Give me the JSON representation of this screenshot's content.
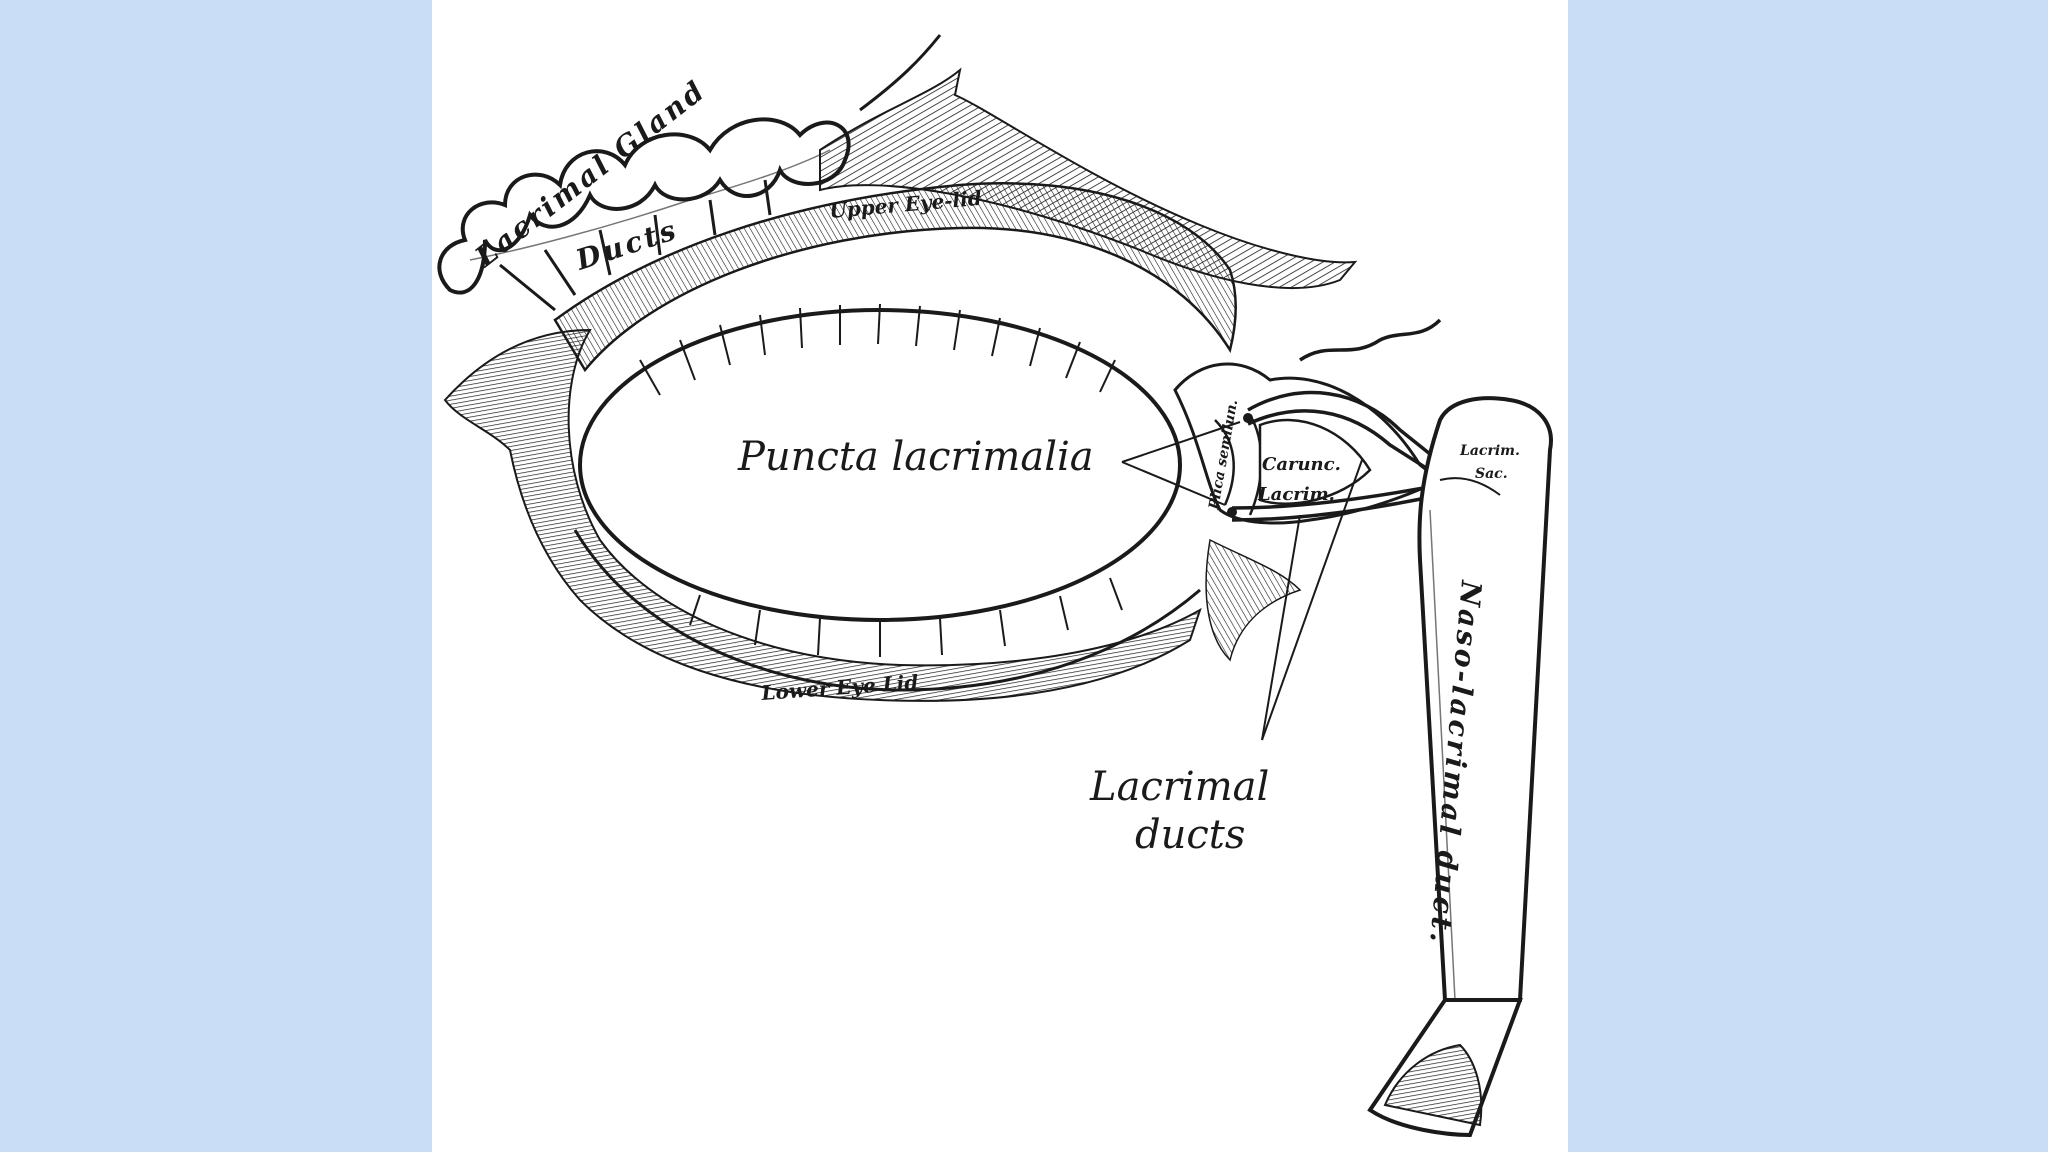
{
  "labels": {
    "lacrimal_gland": "Lacrimal Gland",
    "ducts": "Ducts",
    "upper_eyelid": "Upper Eye-lid",
    "lower_eyelid": "Lower Eye Lid",
    "puncta": "Puncta lacrimalia",
    "caruncle_line1": "Carunc.",
    "caruncle_line2": "Lacrim.",
    "plica": "Plica semilun.",
    "lacrimal_sac_line1": "Lacrim.",
    "lacrimal_sac_line2": "Sac.",
    "lacrimal_ducts_line1": "Lacrimal",
    "lacrimal_ducts_line2": "ducts",
    "naso_lacrimal": "Naso-lacrimal duct."
  },
  "colors": {
    "background": "#c9def6",
    "panel": "#ffffff",
    "ink": "#1a1a1a"
  }
}
